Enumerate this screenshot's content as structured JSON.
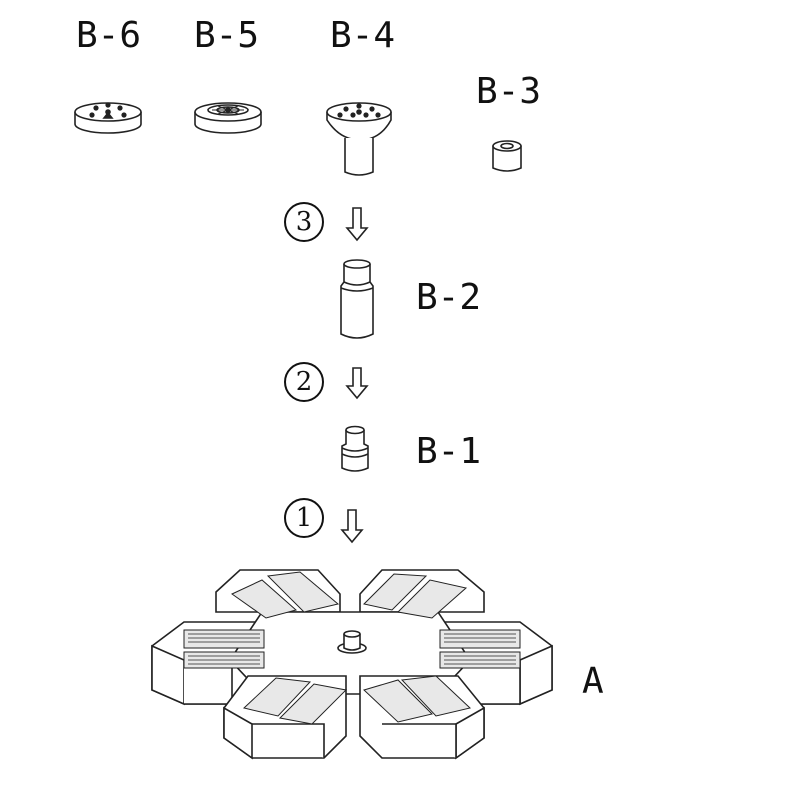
{
  "labels": {
    "b6": "B-6",
    "b5": "B-5",
    "b4": "B-4",
    "b3": "B-3",
    "b2": "B-2",
    "b1": "B-1",
    "a": "A"
  },
  "steps": {
    "s3": "3",
    "s2": "2",
    "s1": "1"
  },
  "colors": {
    "line": "#222222",
    "fill": "#ffffff"
  }
}
